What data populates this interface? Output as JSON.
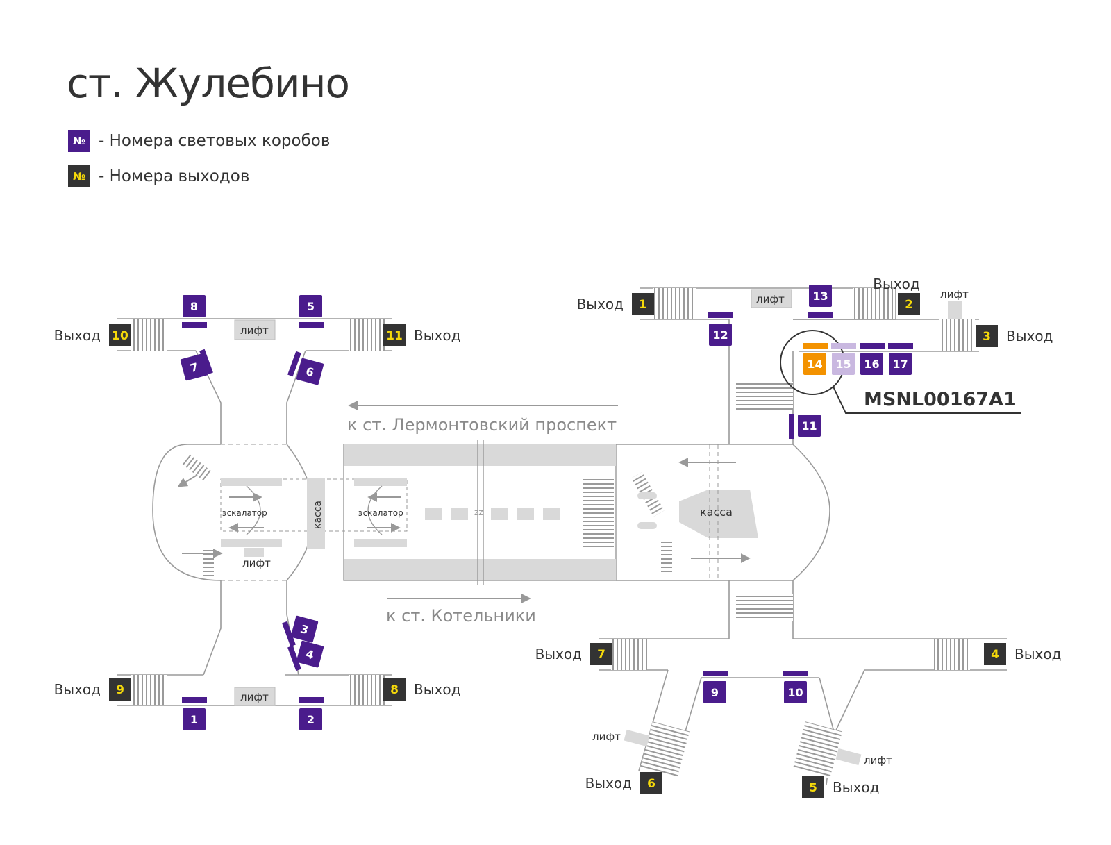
{
  "title": "ст. Жулебино",
  "colors": {
    "box": "#4a1c8c",
    "exit": "#333333",
    "exit_number": "#f5d90a",
    "highlight": "#f39200",
    "muted_box": "#c9b8e0",
    "floor": "#d9d9d9",
    "line": "#9a9a9a"
  },
  "legend": [
    {
      "symbol": "№",
      "text": "- Номера световых коробов",
      "kind": "box"
    },
    {
      "symbol": "№",
      "text": "- Номера выходов",
      "kind": "exit"
    }
  ],
  "exit_word": "Выход",
  "lift_word": "лифт",
  "escalator_word": "эскалатор",
  "kassa_word": "касса",
  "track_mark": "zz",
  "directions": {
    "to_lermontovsky": "к ст. Лермонтовский проспект",
    "to_kotelniki": "к ст. Котельники"
  },
  "highlighted_box": {
    "number": "14",
    "code": "MSNL00167A1"
  },
  "west_exits": [
    "10",
    "11",
    "9",
    "8"
  ],
  "east_exits": [
    "1",
    "2",
    "3",
    "7",
    "4",
    "6",
    "5"
  ],
  "west_boxes": [
    "8",
    "5",
    "7",
    "6",
    "3",
    "4",
    "1",
    "2"
  ],
  "east_boxes": [
    "13",
    "12",
    "14",
    "15",
    "16",
    "17",
    "11",
    "9",
    "10"
  ]
}
